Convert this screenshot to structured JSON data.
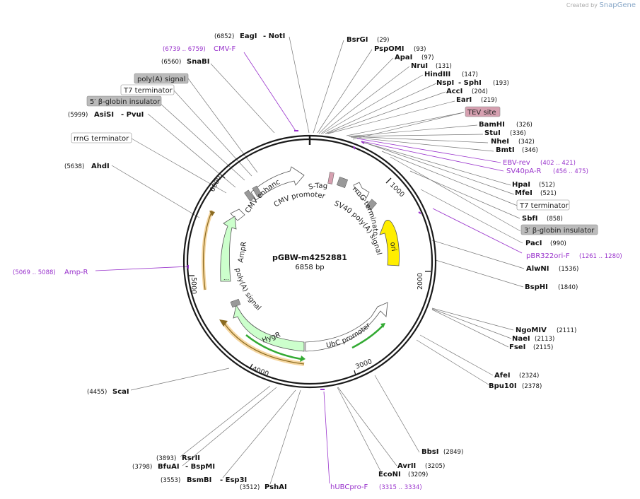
{
  "credit": {
    "prefix": "Created by",
    "brand": "SnapGene"
  },
  "plasmid": {
    "name": "pGBW-m4252881",
    "length": "6858 bp"
  },
  "ticks": [
    "1000",
    "2000",
    "3000",
    "4000",
    "5000",
    "6000"
  ],
  "sites": [
    {
      "name": "EagI",
      "name2": "NotI",
      "pos": "(6852)"
    },
    {
      "name": "BsrGI",
      "pos": "(29)"
    },
    {
      "name": "PspOMI",
      "pos": "(93)"
    },
    {
      "name": "ApaI",
      "pos": "(97)"
    },
    {
      "name": "NruI",
      "pos": "(131)"
    },
    {
      "name": "HindIII",
      "pos": "(147)"
    },
    {
      "name": "NspI",
      "name2": "SphI",
      "pos": "(193)"
    },
    {
      "name": "AccI",
      "pos": "(204)"
    },
    {
      "name": "EarI",
      "pos": "(219)"
    },
    {
      "name": "BamHI",
      "pos": "(326)"
    },
    {
      "name": "StuI",
      "pos": "(336)"
    },
    {
      "name": "NheI",
      "pos": "(342)"
    },
    {
      "name": "BmtI",
      "pos": "(346)"
    },
    {
      "name": "HpaI",
      "pos": "(512)"
    },
    {
      "name": "MfeI",
      "pos": "(521)"
    },
    {
      "name": "SbfI",
      "pos": "(858)"
    },
    {
      "name": "PacI",
      "pos": "(990)"
    },
    {
      "name": "AlwNI",
      "pos": "(1536)"
    },
    {
      "name": "BspHI",
      "pos": "(1840)"
    },
    {
      "name": "NgoMIV",
      "pos": "(2111)"
    },
    {
      "name": "NaeI",
      "pos": "(2113)"
    },
    {
      "name": "FseI",
      "pos": "(2115)"
    },
    {
      "name": "AfeI",
      "pos": "(2324)"
    },
    {
      "name": "Bpu10I",
      "pos": "(2378)"
    },
    {
      "name": "BbsI",
      "pos": "(2849)"
    },
    {
      "name": "AvrII",
      "pos": "(3205)"
    },
    {
      "name": "EcoNI",
      "pos": "(3209)"
    },
    {
      "name": "PshAI",
      "pos": "(3512)"
    },
    {
      "name": "BsmBI",
      "name2": "Esp3I",
      "pos": "(3553)"
    },
    {
      "name": "BfuAI",
      "name2": "BspMI",
      "pos": "(3798)"
    },
    {
      "name": "RsrII",
      "pos": "(3893)"
    },
    {
      "name": "ScaI",
      "pos": "(4455)"
    },
    {
      "name": "AhdI",
      "pos": "(5638)"
    },
    {
      "name": "AsiSI",
      "name2": "PvuI",
      "pos": "(5999)"
    },
    {
      "name": "SnaBI",
      "pos": "(6560)"
    }
  ],
  "primers": [
    {
      "name": "CMV-F",
      "range": "(6739 .. 6759)"
    },
    {
      "name": "EBV-rev",
      "range": "(402 .. 421)"
    },
    {
      "name": "SV40pA-R",
      "range": "(456 .. 475)"
    },
    {
      "name": "pBR322ori-F",
      "range": "(1261 .. 1280)"
    },
    {
      "name": "hUBCpro-F",
      "range": "(3315 .. 3334)"
    },
    {
      "name": "Amp-R",
      "range": "(5069 .. 5088)"
    }
  ],
  "boxed": [
    {
      "label": "poly(A) signal"
    },
    {
      "label": "T7 terminator"
    },
    {
      "label": "5′ β-globin insulator"
    },
    {
      "label": "rrnG terminator"
    },
    {
      "label": "TEV site"
    },
    {
      "label": "T7 terminator"
    },
    {
      "label": "3′ β-globin insulator"
    }
  ],
  "features": {
    "cmv_enhancer": "CMV enhancer",
    "cmv_promoter": "CMV promoter",
    "stag": "S-Tag",
    "sv40": "SV40 poly(A) signal",
    "rrng": "rrnG terminator",
    "ori": "ori",
    "ubc": "UbC promoter",
    "hygr": "HygR",
    "polya": "poly(A) signal",
    "ampr": "AmpR",
    "ampr_cut": "..."
  },
  "colors": {
    "backbone": "#1a1a1a",
    "primer": "#9933cc",
    "ori": "#ffee00",
    "resistance": "#ccffcc",
    "orf_arrow": "#33aa33",
    "orf_box": "#f5d6a0",
    "misc": "#999999",
    "tev": "#d6a0b0"
  }
}
